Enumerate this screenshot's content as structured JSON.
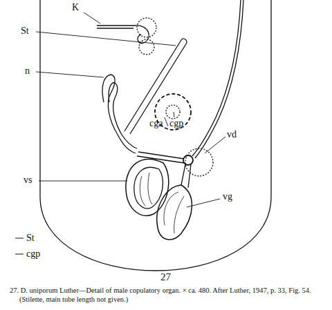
{
  "diagram": {
    "caption": "27. D. uniporum Luther—Detail of male copulatory organ. × ca. 480. After Luther, 1947, p. 33, Fig. 54. (Stilette, main tube length not given.)",
    "labels": [
      "K",
      "St",
      "n",
      "cga",
      "cgp",
      "vd",
      "vs",
      "vg",
      "St",
      "cgp",
      "27"
    ]
  }
}
